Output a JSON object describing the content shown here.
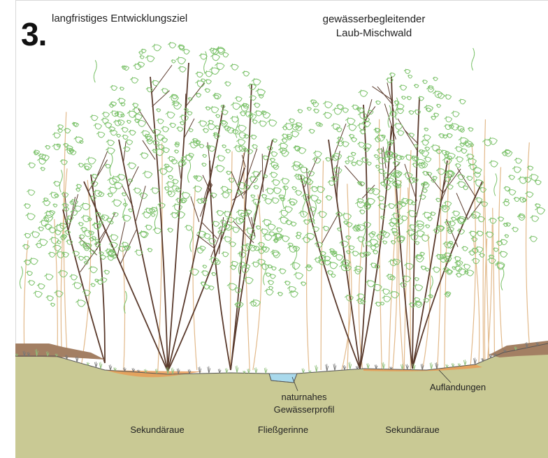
{
  "step_number": "3.",
  "header": {
    "left_title": "langfristiges Entwicklungsziel",
    "right_title_line1": "gewässerbegleitender",
    "right_title_line2": "Laub-Mischwald"
  },
  "annotations": {
    "channel_profile_line1": "naturnahes",
    "channel_profile_line2": "Gewässerprofil",
    "deposits": "Auflandungen"
  },
  "zones": {
    "left": "Sekundäraue",
    "center": "Fließgerinne",
    "right": "Sekundäraue"
  },
  "colors": {
    "foliage": "#7cc26b",
    "trunk": "#5a3a2c",
    "young_trunk": "#e2b98a",
    "ground": "#c9c994",
    "soil_band": "#a37f63",
    "deposit": "#e89b55",
    "water": "#a9d9ec"
  }
}
